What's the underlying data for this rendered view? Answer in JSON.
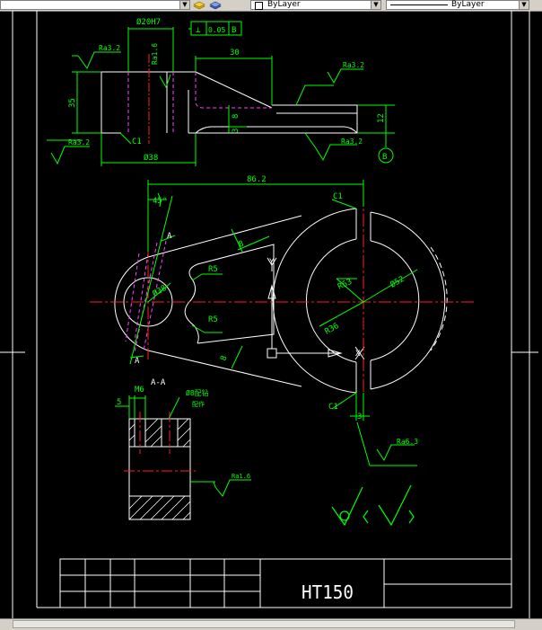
{
  "toolbar": {
    "color_value": "ByLayer",
    "linetype_value": "ByLayer"
  },
  "drawing": {
    "top_view": {
      "bore_dim": "Ø20H7",
      "perp_symbol": "⊥",
      "perp_tol": "0.05",
      "perp_datum": "B",
      "width_30": "30",
      "rough_ra32_left": "Ra3.2",
      "rough_ra16": "Ra1.6",
      "rough_ra32_right": "Ra3.2",
      "height_35": "35",
      "dim_8": "8",
      "dim_3": "3",
      "height_12": "12",
      "rough_ra32_bottom_left": "Ra3.2",
      "chamfer_c1": "C1",
      "dia_38": "Ø38",
      "rough_ra32_bottom_right": "Ra3.2",
      "datum_b": "B"
    },
    "main_view": {
      "overall_86": "86.2",
      "chamfer_c1_top": "C1",
      "angle_45": "45°",
      "section_a_top": "A",
      "section_a_bottom": "A",
      "dim_8_top": "8",
      "dim_8_bottom": "8",
      "r5_top": "R5",
      "r5_bottom": "R5",
      "y_axis": "Y",
      "x_axis": "X",
      "dia_38": "Ø38",
      "r63": "R63",
      "dia_52": "Ø52",
      "r36": "R36",
      "chamfer_c1_bottom": "C1",
      "gap_3": "3",
      "rough_ra63": "Ra6.3"
    },
    "section_view": {
      "title": "A-A",
      "m6": "M6",
      "dim_5": "5",
      "hole_label_1": "Ø8配钻",
      "hole_label_2": "配作",
      "rough_ra16": "Ra1.6"
    },
    "title_block": {
      "material": "HT150"
    }
  }
}
